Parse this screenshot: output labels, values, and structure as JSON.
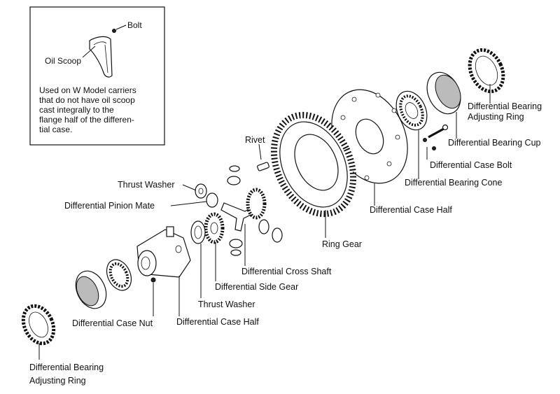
{
  "inset": {
    "bolt": "Bolt",
    "oil_scoop": "Oil Scoop",
    "note_lines": [
      "Used on W Model carriers",
      "that do not have oil scoop",
      "cast integrally to the",
      "flange half of the differen-",
      "tial case."
    ]
  },
  "labels": {
    "bearing_adjusting_ring_top_1": "Differential Bearing",
    "bearing_adjusting_ring_top_2": "Adjusting Ring",
    "bearing_cup": "Differential Bearing Cup",
    "case_bolt": "Differential Case Bolt",
    "bearing_cone": "Differential Bearing Cone",
    "case_half_right": "Differential Case Half",
    "rivet": "Rivet",
    "thrust_washer_top": "Thrust Washer",
    "pinion_mate": "Differential Pinion Mate",
    "ring_gear": "Ring Gear",
    "cross_shaft": "Differential Cross Shaft",
    "side_gear": "Differential Side Gear",
    "thrust_washer_bottom": "Thrust Washer",
    "case_nut": "Differential Case Nut",
    "case_half_left": "Differential Case Half",
    "bearing_adjusting_ring_bottom_1": "Differential Bearing",
    "bearing_adjusting_ring_bottom_2": "Adjusting Ring"
  }
}
